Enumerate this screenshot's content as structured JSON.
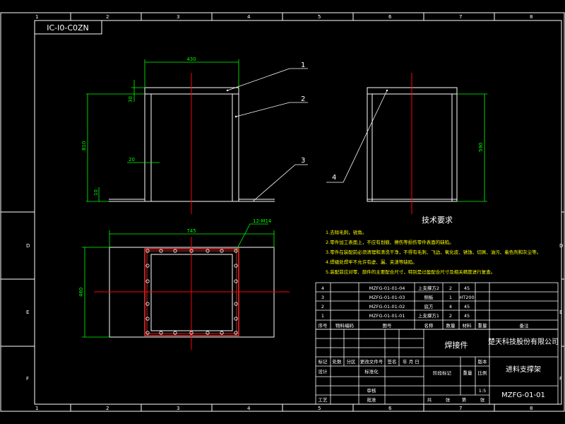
{
  "drawing_code": "IC-I0-C0ZN",
  "border": {
    "top_numbers": [
      "1",
      "2",
      "3",
      "4",
      "5",
      "6",
      "7",
      "8"
    ],
    "bottom_numbers": [
      "1",
      "2",
      "3",
      "4",
      "5",
      "6",
      "7",
      "8"
    ],
    "left_letters": [
      "D",
      "E",
      "F"
    ],
    "right_letters": [
      "D",
      "E",
      "F"
    ]
  },
  "dims": {
    "front_width": "430",
    "front_top_thk": "30",
    "front_height": "810",
    "front_leg": "20",
    "front_foot": "10",
    "side_height": "590",
    "plan_width": "745",
    "plan_depth": "460",
    "plan_holes": "12-M14"
  },
  "balloons": [
    "1",
    "2",
    "3",
    "4"
  ],
  "tech": {
    "title": "技术要求",
    "items": [
      "1.去除毛刺，锐角。",
      "2.零件加工表面上，不应有划痕、擦伤等损伤零件表面的缺陷。",
      "3.零件在装配前必须清理和清洗干净，不得有毛刺、飞边、氧化皮、锈蚀、切屑、油污、着色剂和灰尘等。",
      "4.焊缝处焊牢不允许有虚、漏、夹渣等缺陷。",
      "5.装配前应对零、部件的主要配合尺寸，特别是过盈配合尺寸及相关精度进行复查。"
    ]
  },
  "bom": {
    "rows": [
      [
        "4",
        "MZFG-01-01-04",
        "上支撑方2",
        "2",
        "45"
      ],
      [
        "3",
        "MZFG-01-01-03",
        "侧板",
        "1",
        "HT200"
      ],
      [
        "2",
        "MZFG-01-01-02",
        "底方",
        "4",
        "45"
      ],
      [
        "1",
        "MZFG-01-01-01",
        "上支撑方1",
        "2",
        "45"
      ]
    ],
    "header": [
      "序号",
      "物料编码",
      "图号",
      "名称",
      "数量",
      "材料",
      "重量",
      "备注"
    ]
  },
  "title_block": {
    "part_type": "焊接件",
    "company": "楚天科技股份有限公司",
    "part_name": "进料支撑架",
    "drawing_no": "MZFG-01-01",
    "scale": "1:5",
    "scale_label": "比例",
    "weight_label": "重量",
    "stage_label": "阶段标记",
    "version_label": "版本",
    "rev_labels": [
      "标记",
      "处数",
      "分区",
      "更改文件号",
      "签名",
      "年 月 日"
    ],
    "sign_labels": [
      "设计",
      "标准化",
      "审核",
      "工艺",
      "批准"
    ],
    "sheet_labels": [
      "共",
      "张",
      "第",
      "张"
    ]
  }
}
